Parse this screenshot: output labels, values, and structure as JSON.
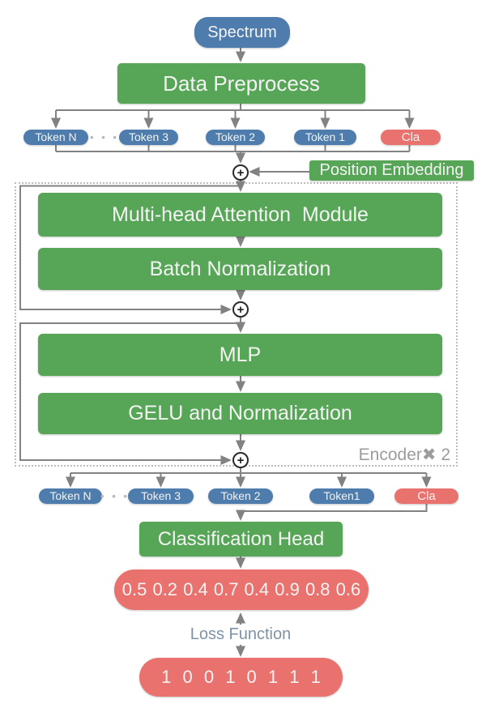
{
  "diagram": {
    "spectrum_label": "Spectrum",
    "data_preprocess_label": "Data Preprocess",
    "ellipsis": "• • •",
    "row1": {
      "tokens": [
        "Token N",
        "Token 3",
        "Token 2",
        "Token 1"
      ],
      "cla": "Cla"
    },
    "position_embedding_label": "Position Embedding",
    "sum_symbol": "+",
    "encoder": {
      "attention_label": "Multi-head Attention  Module",
      "batchnorm_label": "Batch Normalization",
      "mlp_label": "MLP",
      "gelu_label": "GELU and Normalization",
      "repeat_label": "Encoder✖ 2"
    },
    "row2": {
      "tokens": [
        "Token N",
        "Token 3",
        "Token 2",
        "Token1"
      ],
      "cla": "Cla"
    },
    "classification_head_label": "Classification Head",
    "probabilities": "0.5 0.2 0.4 0.7 0.4 0.9 0.8 0.6",
    "loss_function_label": "Loss Function",
    "ground_truth": "1 0 0 1 0 1 1 1",
    "colors": {
      "green": "#57a657",
      "blue": "#4d7cad",
      "red": "#ea726e",
      "line_gray": "#828282",
      "muted_gray": "#9c9c9c",
      "loss_text": "#7e93a7"
    }
  }
}
